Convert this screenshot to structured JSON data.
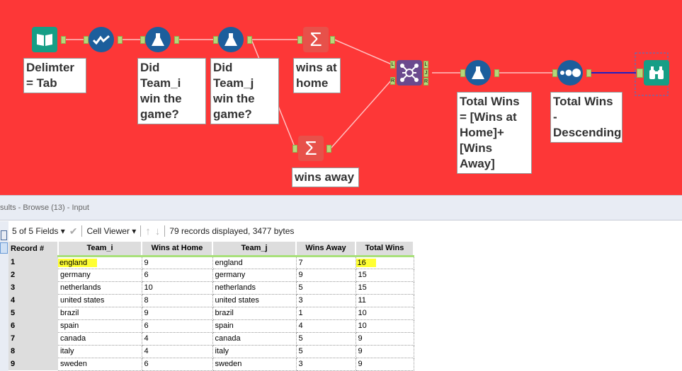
{
  "workflow": {
    "labels": {
      "input": "Delimter = Tab",
      "formula1": "Did Team_i win the game?",
      "formula2": "Did Team_j win the game?",
      "sum_home": "wins at home",
      "sum_away": "wins away",
      "formula3": "Total Wins = [Wins at Home]+ [Wins Away]",
      "sort": "Total Wins - Descending"
    },
    "join_anchors": {
      "l": "L",
      "r": "R",
      "out_l": "L",
      "out_j": "J",
      "out_r": "R"
    },
    "colors": {
      "canvas": "#fd3737",
      "tool_blue": "#1c5e9c",
      "teal": "#169e86",
      "join": "#6b4a8e",
      "sum": "#e7514a"
    }
  },
  "results": {
    "title": "sults - Browse (13) - Input",
    "fields_select": "5 of 5 Fields",
    "viewer_select": "Cell Viewer",
    "summary": "79 records displayed, 3477 bytes",
    "columns": [
      "Record #",
      "Team_i",
      "Wins at Home",
      "Team_j",
      "Wins Away",
      "Total Wins"
    ],
    "rows": [
      [
        "1",
        "england",
        "9",
        "england",
        "7",
        "16"
      ],
      [
        "2",
        "germany",
        "6",
        "germany",
        "9",
        "15"
      ],
      [
        "3",
        "netherlands",
        "10",
        "netherlands",
        "5",
        "15"
      ],
      [
        "4",
        "united states",
        "8",
        "united states",
        "3",
        "11"
      ],
      [
        "5",
        "brazil",
        "9",
        "brazil",
        "1",
        "10"
      ],
      [
        "6",
        "spain",
        "6",
        "spain",
        "4",
        "10"
      ],
      [
        "7",
        "canada",
        "4",
        "canada",
        "5",
        "9"
      ],
      [
        "8",
        "italy",
        "4",
        "italy",
        "5",
        "9"
      ],
      [
        "9",
        "sweden",
        "6",
        "sweden",
        "3",
        "9"
      ]
    ]
  }
}
